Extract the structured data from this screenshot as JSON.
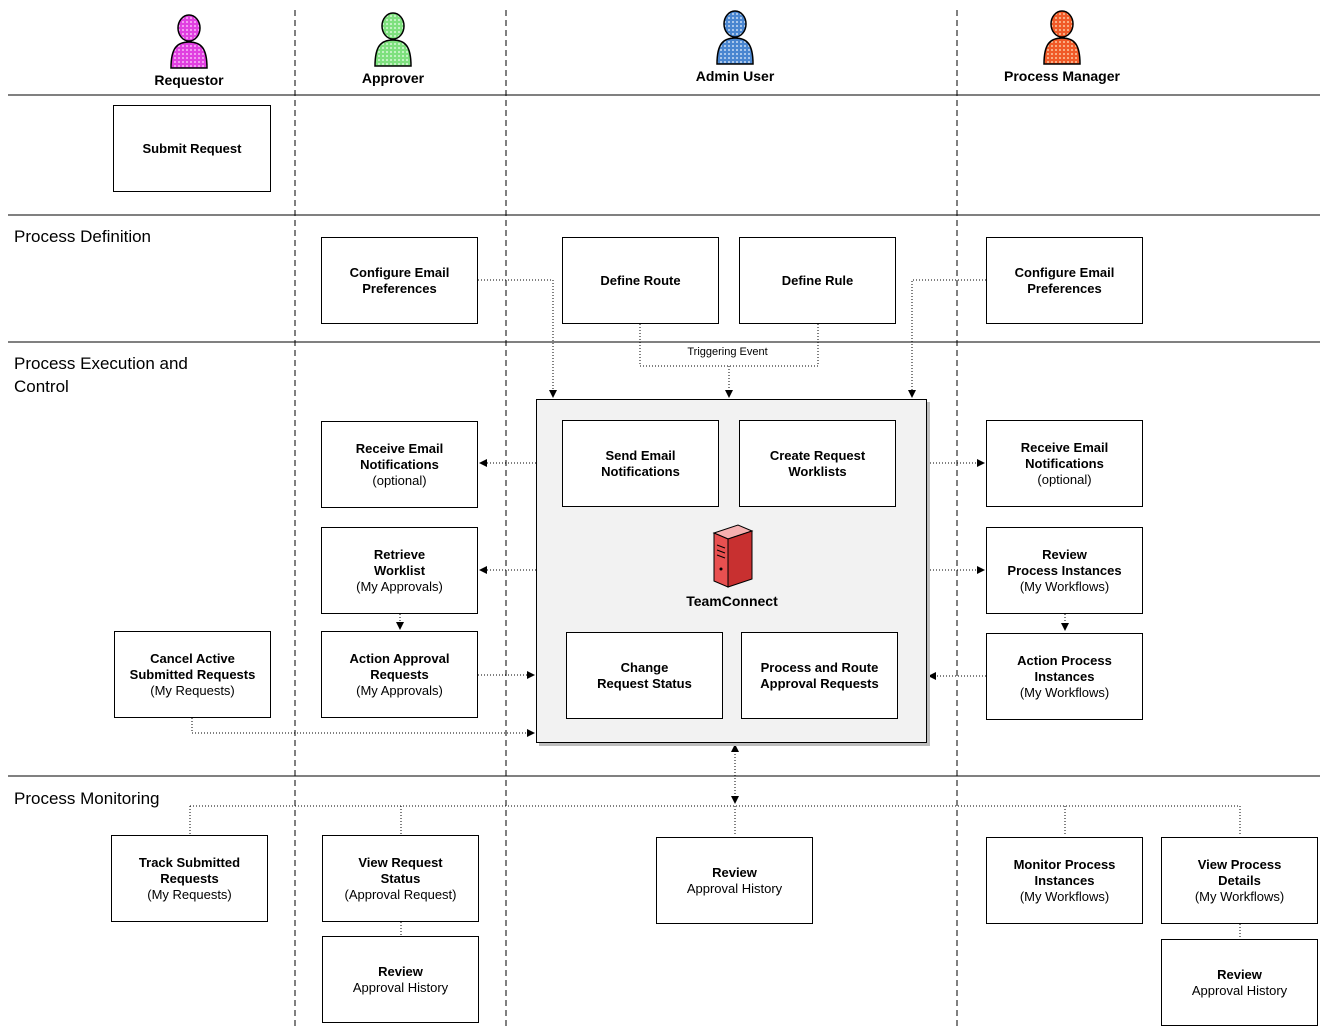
{
  "actors": {
    "requestor": {
      "label": "Requestor",
      "color": "#e040e0"
    },
    "approver": {
      "label": "Approver",
      "color": "#7ee07e"
    },
    "admin": {
      "label": "Admin User",
      "color": "#4a86d0"
    },
    "manager": {
      "label": "Process Manager",
      "color": "#f05a28"
    }
  },
  "sections": {
    "definition": "Process Definition",
    "execution": "Process Execution and\nControl",
    "monitoring": "Process Monitoring"
  },
  "boxes": {
    "submit_request": {
      "title": "Submit Request"
    },
    "appr_config_email": {
      "title": "Configure Email\nPreferences"
    },
    "define_route": {
      "title": "Define Route"
    },
    "define_rule": {
      "title": "Define Rule"
    },
    "mgr_config_email": {
      "title": "Configure Email\nPreferences"
    },
    "appr_receive_email": {
      "title": "Receive Email\nNotifications",
      "sub": "(optional)"
    },
    "send_email": {
      "title": "Send Email\nNotifications"
    },
    "create_worklists": {
      "title": "Create Request\nWorklists"
    },
    "mgr_receive_email": {
      "title": "Receive Email\nNotifications",
      "sub": "(optional)"
    },
    "retrieve_worklist": {
      "title": "Retrieve\nWorklist",
      "sub": "(My Approvals)"
    },
    "review_instances": {
      "title": "Review\nProcess Instances",
      "sub": "(My Workflows)"
    },
    "cancel_active": {
      "title": "Cancel Active\nSubmitted Requests",
      "sub": "(My Requests)"
    },
    "action_approval": {
      "title": "Action Approval\nRequests",
      "sub": "(My Approvals)"
    },
    "change_status": {
      "title": "Change\nRequest Status"
    },
    "process_route": {
      "title": "Process and Route\nApproval Requests"
    },
    "action_process": {
      "title": "Action Process\nInstances",
      "sub": "(My Workflows)"
    },
    "track_submitted": {
      "title": "Track Submitted\nRequests",
      "sub": "(My Requests)"
    },
    "view_status": {
      "title": "View Request\nStatus",
      "sub": "(Approval Request)"
    },
    "admin_review_history": {
      "title": "Review",
      "sub": "Approval History"
    },
    "monitor_instances": {
      "title": "Monitor Process\nInstances",
      "sub": "(My Workflows)"
    },
    "view_details": {
      "title": "View Process\nDetails",
      "sub": "(My Workflows)"
    },
    "appr_review_history": {
      "title": "Review",
      "sub": "Approval History"
    },
    "mgr_review_history": {
      "title": "Review",
      "sub": "Approval History"
    }
  },
  "system": {
    "label": "TeamConnect",
    "icon": "server-icon"
  },
  "triggering_event": "Triggering Event"
}
